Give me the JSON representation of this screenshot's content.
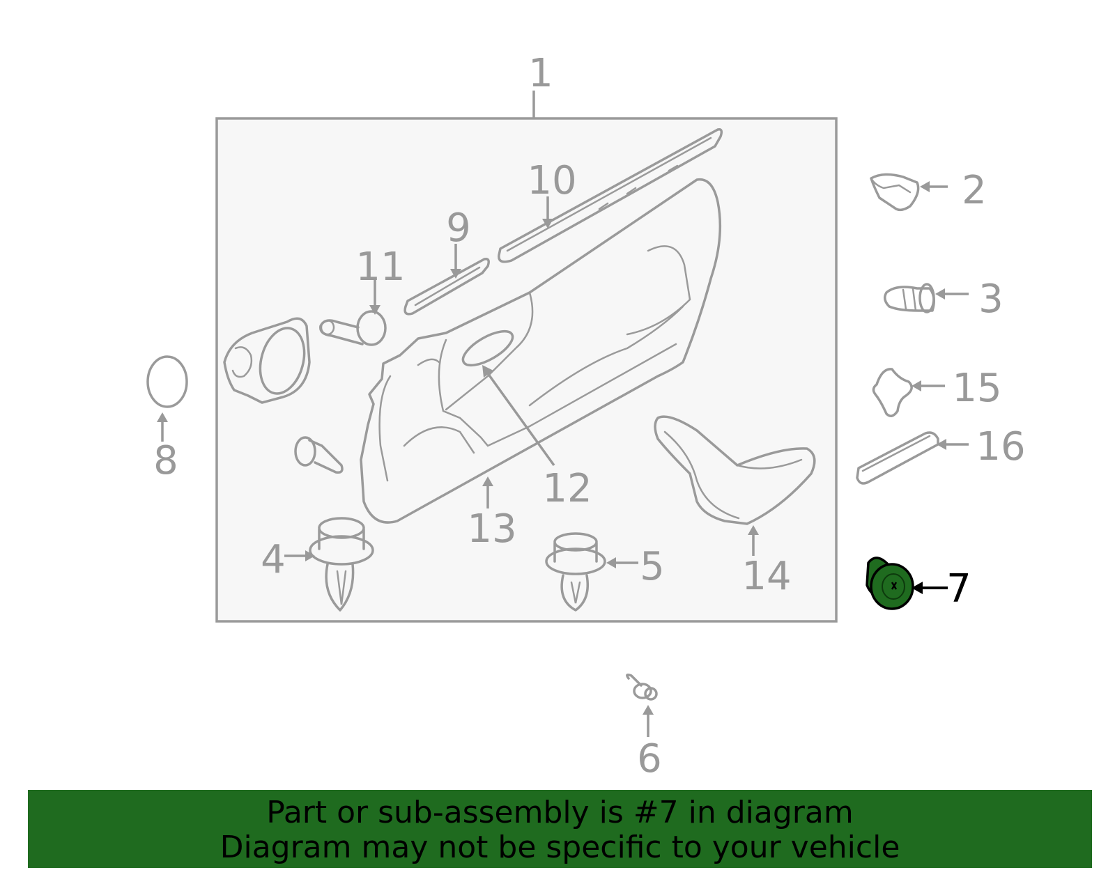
{
  "callouts": {
    "p1": "1",
    "p2": "2",
    "p3": "3",
    "p4": "4",
    "p5": "5",
    "p6": "6",
    "p7": "7",
    "p8": "8",
    "p9": "9",
    "p10": "10",
    "p11": "11",
    "p12": "12",
    "p13": "13",
    "p14": "14",
    "p15": "15",
    "p16": "16"
  },
  "highlight_part": "7",
  "banner": {
    "line1": "Part or sub-assembly is #7 in diagram",
    "line2": "Diagram may not be specific to your vehicle"
  },
  "colors": {
    "highlight": "#1f6b1f",
    "banner": "#1f6b1f",
    "line": "#9a9a9a",
    "panel": "#f7f7f7"
  }
}
